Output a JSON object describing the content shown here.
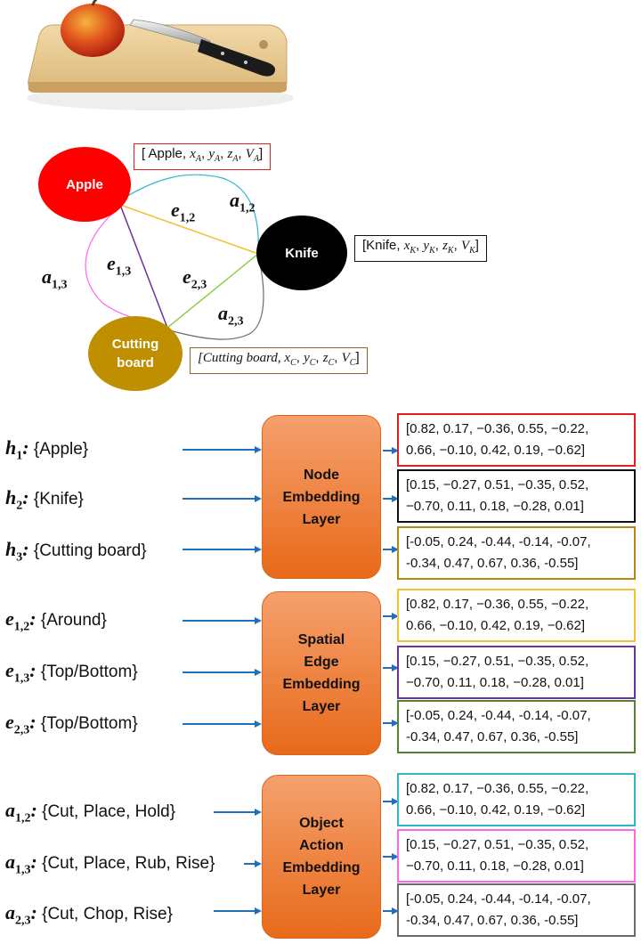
{
  "graph": {
    "nodes": [
      {
        "id": "apple",
        "label_lines": [
          "Apple"
        ],
        "color": "#ff0000"
      },
      {
        "id": "knife",
        "label_lines": [
          "Knife"
        ],
        "color": "#000000"
      },
      {
        "id": "cutting_board",
        "label_lines": [
          "Cutting",
          "board"
        ],
        "color": "#bf8f00"
      }
    ],
    "attr_boxes": {
      "apple": {
        "prefix": "[ Apple, ",
        "vars": [
          "x",
          "y",
          "z",
          "V"
        ],
        "sub": "A",
        "suffix": "]",
        "color": "#e02020"
      },
      "knife": {
        "prefix": "[Knife, ",
        "vars": [
          "x",
          "y",
          "z",
          "V"
        ],
        "sub": "K",
        "suffix": "]",
        "color": "#111111"
      },
      "cutting_board": {
        "prefix": "[Cutting board, ",
        "vars": [
          "x",
          "y",
          "z",
          "V"
        ],
        "sub": "C",
        "suffix": "]",
        "color": "#8a6a20",
        "italic_prefix": true
      }
    },
    "edges": [
      {
        "id": "e12",
        "label": "e",
        "sub": "1,2",
        "color": "#f2c12e"
      },
      {
        "id": "e13",
        "label": "e",
        "sub": "1,3",
        "color": "#7030a0"
      },
      {
        "id": "e23",
        "label": "e",
        "sub": "2,3",
        "color": "#92d050"
      },
      {
        "id": "a12",
        "label": "a",
        "sub": "1,2",
        "color": "#2fb8c8"
      },
      {
        "id": "a13",
        "label": "a",
        "sub": "1,3",
        "color": "#ff66ee"
      },
      {
        "id": "a23",
        "label": "a",
        "sub": "2,3",
        "color": "#6b6b6b"
      }
    ]
  },
  "sections": [
    {
      "layer_lines": [
        "Node",
        "Embedding",
        "Layer"
      ],
      "rows": [
        {
          "sym": "h",
          "sub": "1",
          "sep": ":",
          "text": "{Apple}",
          "vec_line1": "[0.82, 0.17, −0.36, 0.55, −0.22,",
          "vec_line2": "0.66, −0.10, 0.42, 0.19, −0.62]",
          "border": "#e02020"
        },
        {
          "sym": "h",
          "sub": "2",
          "sep": ":",
          "text": "{Knife}",
          "vec_line1": "[0.15, −0.27, 0.51, −0.35, 0.52,",
          "vec_line2": "−0.70, 0.11, 0.18,  −0.28, 0.01]",
          "border": "#111111"
        },
        {
          "sym": "h",
          "sub": "3",
          "sep": ":",
          "text": "{Cutting board}",
          "vec_line1": "[-0.05, 0.24, -0.44, -0.14, -0.07,",
          "vec_line2": "-0.34, 0.47, 0.67, 0.36, -0.55]",
          "border": "#b8860b"
        }
      ]
    },
    {
      "layer_lines": [
        "Spatial",
        "Edge",
        "Embedding",
        "Layer"
      ],
      "rows": [
        {
          "sym": "e",
          "sub": "1,2",
          "sep": ":",
          "text": "{Around}",
          "vec_line1": "[0.82, 0.17, −0.36, 0.55, −0.22,",
          "vec_line2": "0.66, −0.10, 0.42, 0.19, −0.62]",
          "border": "#f2c12e"
        },
        {
          "sym": "e",
          "sub": "1,3",
          "sep": ":",
          "text": "{Top/Bottom}",
          "vec_line1": "[0.15, −0.27, 0.51, −0.35, 0.52,",
          "vec_line2": "−0.70, 0.11, 0.18,  −0.28, 0.01]",
          "border": "#7030a0"
        },
        {
          "sym": "e",
          "sub": "2,3",
          "sep": ":",
          "text": "{Top/Bottom}",
          "vec_line1": "[-0.05, 0.24, -0.44, -0.14, -0.07,",
          "vec_line2": "-0.34, 0.47, 0.67, 0.36, -0.55]",
          "border": "#548235"
        }
      ]
    },
    {
      "layer_lines": [
        "Object",
        "Action",
        "Embedding",
        "Layer"
      ],
      "rows": [
        {
          "sym": "a",
          "sub": "1,2",
          "sep": ":",
          "text": "{Cut, Place, Hold}",
          "vec_line1": "[0.82, 0.17, −0.36, 0.55, −0.22,",
          "vec_line2": "0.66, −0.10, 0.42, 0.19, −0.62]",
          "border": "#2fb8c8"
        },
        {
          "sym": "a",
          "sub": "1,3",
          "sep": ":",
          "text": "{Cut, Place, Rub, Rise}",
          "vec_line1": "[0.15, −0.27, 0.51, −0.35, 0.52,",
          "vec_line2": "−0.70, 0.11, 0.18,  −0.28, 0.01]",
          "border": "#ff66ee"
        },
        {
          "sym": "a",
          "sub": "2,3",
          "sep": ":",
          "text": "{Cut, Chop, Rise}",
          "vec_line1": "[-0.05, 0.24, -0.44, -0.14, -0.07,",
          "vec_line2": "-0.34, 0.47, 0.67, 0.36, -0.55]",
          "border": "#6b6b6b"
        }
      ]
    }
  ],
  "colors": {
    "arrow": "#1f6fbf",
    "layer_top": "#f5a06d",
    "layer_bottom": "#e86a1a"
  }
}
